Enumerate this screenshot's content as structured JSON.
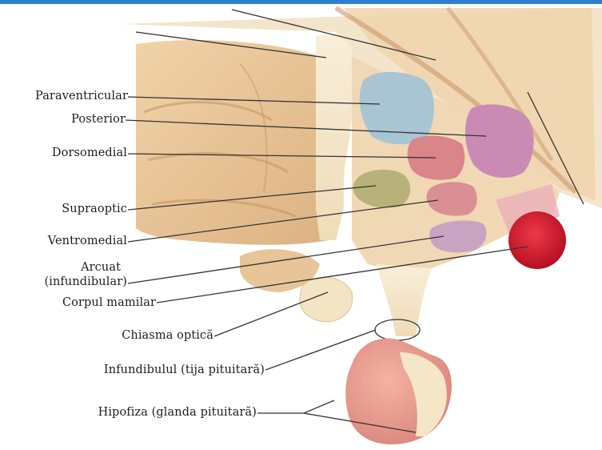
{
  "figure": {
    "labels": {
      "paraventricular": "Paraventricular",
      "posterior": "Posterior",
      "dorsomedial": "Dorsomedial",
      "supraoptic": "Supraoptic",
      "ventromedial": "Ventromedial",
      "arcuat_line1": "Arcuat",
      "arcuat_line2": "(infundibular)",
      "corpul_mamilar": "Corpul mamilar",
      "chiasma_optica": "Chiasma optică",
      "infundibulul": "Infundibulul (tija pituitară)",
      "hipofiza": "Hipofiza (glanda pituitară)"
    },
    "colors": {
      "top_border": "#2f7fd0",
      "brain_tissue": "#e9c79a",
      "brain_shadow": "#cf9f6c",
      "pale_stalk": "#f5e9cf",
      "paraventricular": "#a9c4d2",
      "posterior": "#c98bb3",
      "dorsomedial": "#d9858a",
      "supraoptic": "#b7b27a",
      "ventromedial": "#d98f94",
      "arcuat": "#c9a3c2",
      "mamillary": "#d2182c",
      "pituitary": "#e89a8c"
    }
  }
}
